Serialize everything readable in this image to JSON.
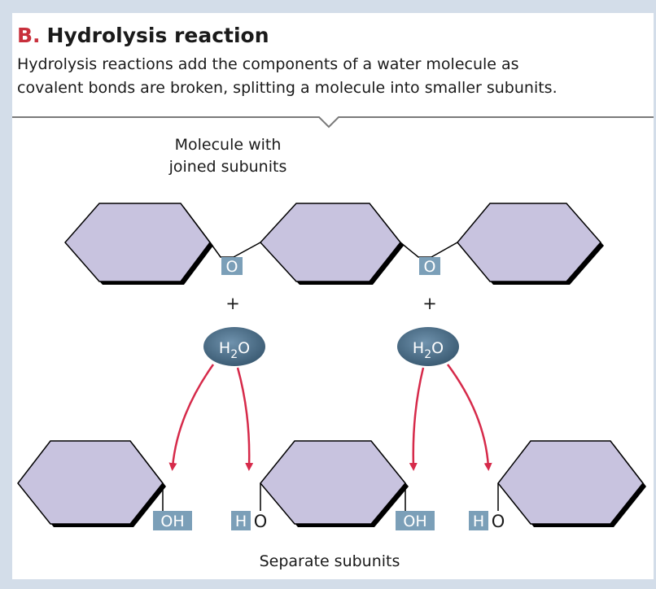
{
  "header": {
    "letter": "B.",
    "title": "Hydrolysis reaction",
    "description_line1": "Hydrolysis reactions add the components of a water molecule as",
    "description_line2": "covalent bonds are broken, splitting a molecule into smaller subunits."
  },
  "top_label": {
    "line1": "Molecule with",
    "line2": "joined subunits"
  },
  "oxygen_label": "O",
  "plus_label": "+",
  "water": {
    "h": "H",
    "sub": "2",
    "o": "O"
  },
  "oh_label": "OH",
  "h_label": "H",
  "o_label": "O",
  "bottom_label": "Separate subunits",
  "colors": {
    "hexagon_fill": "#c8c3df",
    "hexagon_shadow": "#000000",
    "box": "#7b9fb8",
    "water_drop": "#4a6c85",
    "arrow": "#d62a4a",
    "background": "#d3dde9"
  }
}
